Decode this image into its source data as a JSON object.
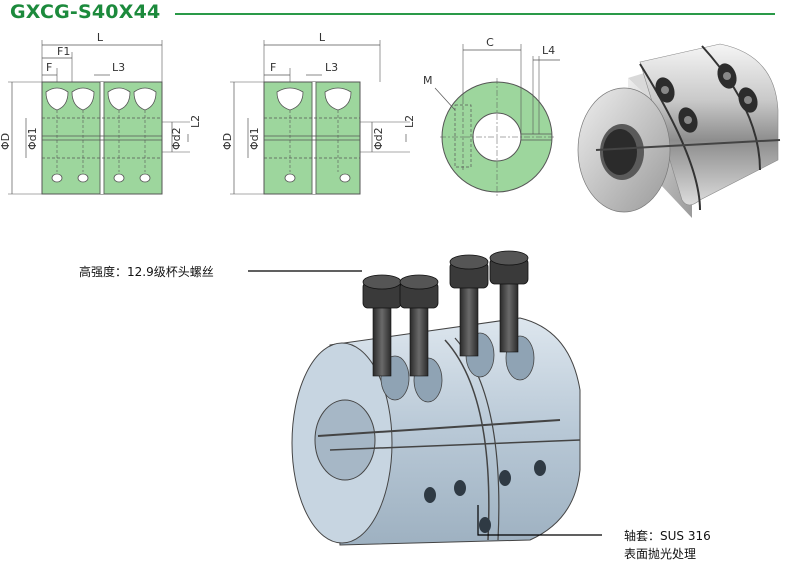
{
  "title": "GXCG-S40X44",
  "colors": {
    "accent": "#1c8a3c",
    "drawing_fill": "#9dd69d",
    "line": "#555555"
  },
  "drawing1": {
    "L": "L",
    "F1": "F1",
    "F": "F",
    "L3": "L3",
    "D": "ΦD",
    "d1": "Φd1",
    "d2": "Φd2",
    "L2": "L2"
  },
  "drawing2": {
    "L": "L",
    "F": "F",
    "L3": "L3",
    "D": "ΦD",
    "d1": "Φd1",
    "d2": "Φd2",
    "L2": "L2"
  },
  "drawing3": {
    "C": "C",
    "L4": "L4",
    "M": "M"
  },
  "callouts": {
    "screw": "高强度：12.9级杯头螺丝",
    "sleeve_line1": "轴套：SUS 316",
    "sleeve_line2": "表面抛光处理"
  }
}
